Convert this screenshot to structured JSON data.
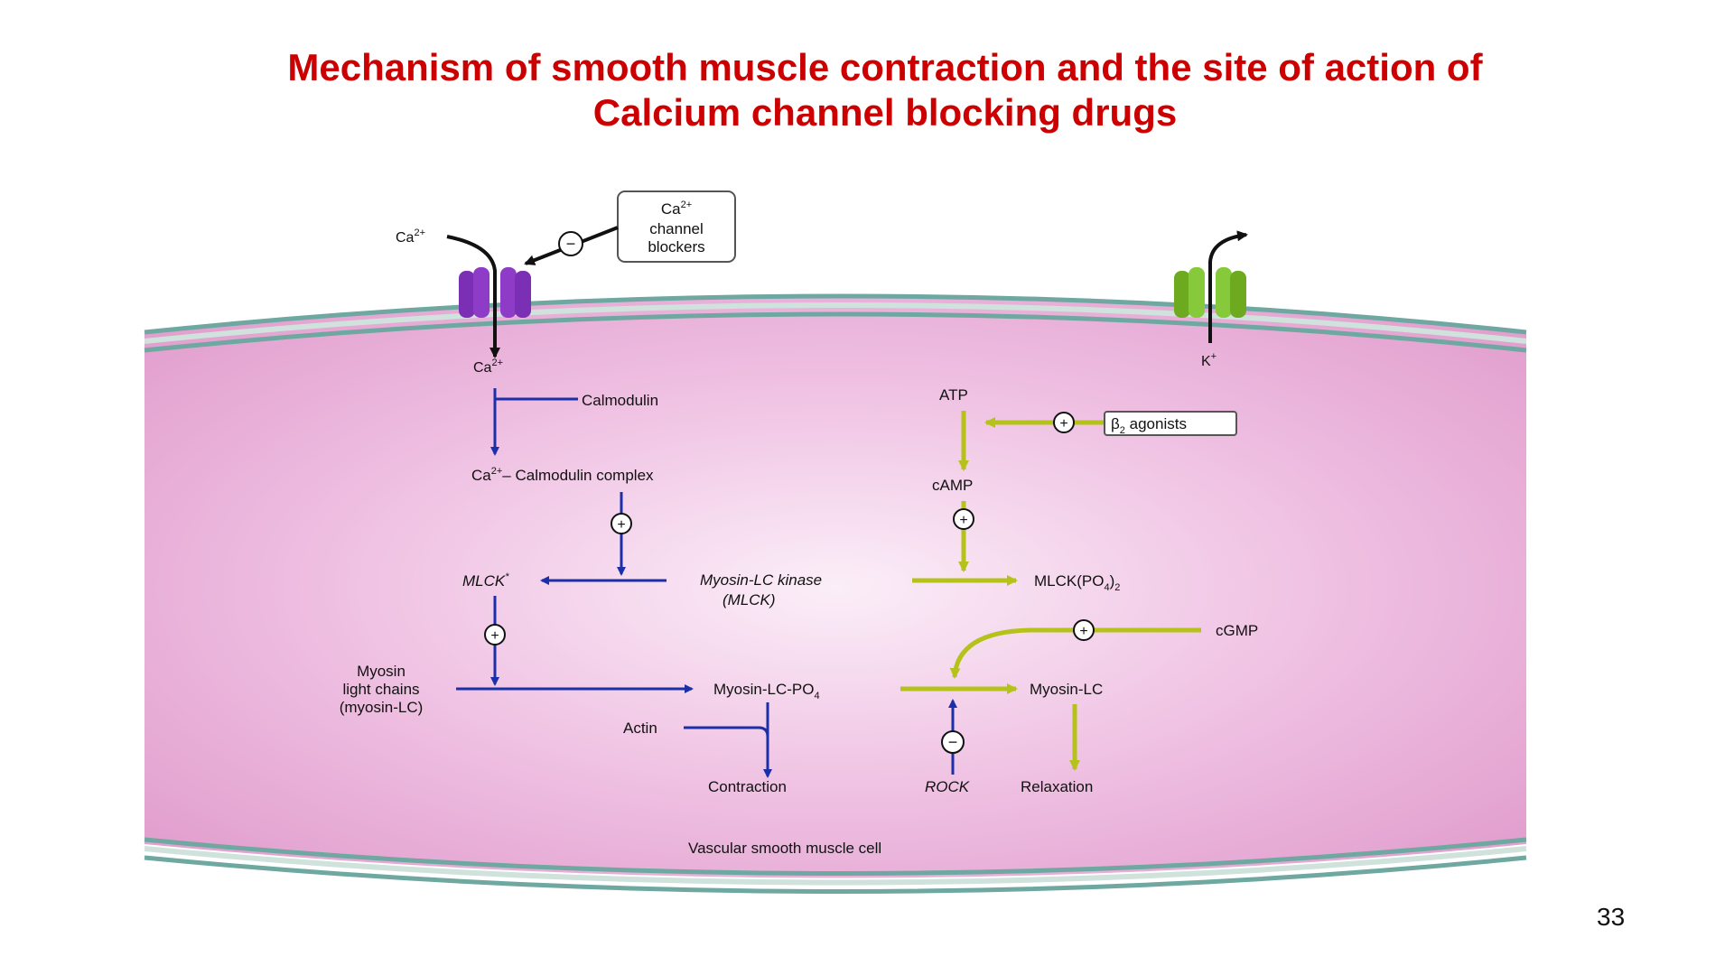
{
  "slide": {
    "title_line1": "Mechanism of smooth muscle contraction and the site of action of",
    "title_line2": "Calcium channel blocking drugs",
    "page_number": "33"
  },
  "diagram": {
    "ca_outside": "Ca",
    "ca_inside": "Ca",
    "ca_sup": "2+",
    "blocker_box": {
      "line1": "Ca",
      "line1_sup": "2+",
      "line2": "channel",
      "line3": "blockers"
    },
    "k_ion": "K",
    "k_sup": "+",
    "calmodulin": "Calmodulin",
    "complex_sup": "2+",
    "complex": "– Calmodulin complex",
    "mlck_active": "MLCK",
    "mlck_active_sup": "*",
    "mlck_name1": "Myosin-LC kinase",
    "mlck_name2": "(MLCK)",
    "mlck_phos": "MLCK(PO",
    "mlck_phos_sub": "4",
    "mlck_phos_end": ")",
    "mlck_phos_sub2": "2",
    "atp": "ATP",
    "beta": "β",
    "beta_sub": "2",
    "beta_rest": " agonists",
    "camp": "cAMP",
    "cgmp": "cGMP",
    "myosin_lc1": "Myosin",
    "myosin_lc2": "light chains",
    "myosin_lc3": "(myosin-LC)",
    "myosin_lc_po4": "Myosin-LC-PO",
    "myosin_lc_po4_sub": "4",
    "myosin_lc": "Myosin-LC",
    "actin": "Actin",
    "contraction": "Contraction",
    "rock": "ROCK",
    "relaxation": "Relaxation",
    "cell_label": "Vascular smooth muscle cell",
    "plus": "+",
    "minus": "−"
  },
  "colors": {
    "title": "#cc0000",
    "blue_arrow": "#1a2fa8",
    "yellow_arrow": "#b5c21a",
    "ca_channel": "#7a2fb5",
    "k_channel": "#7fc02a",
    "cell_fill": "#e9a8d6",
    "membrane": "#6fa8a0"
  }
}
